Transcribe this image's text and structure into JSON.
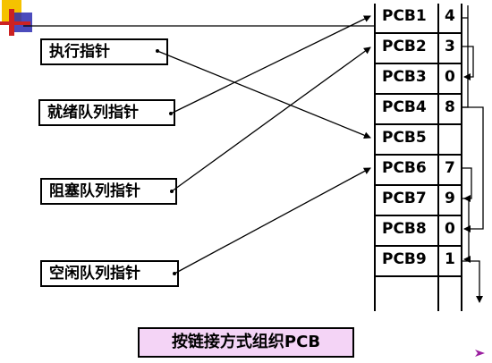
{
  "labels": {
    "exec": "执行指针",
    "ready": "就绪队列指针",
    "blocked": "阻塞队列指针",
    "free": "空闲队列指针"
  },
  "pcbs": [
    {
      "name": "PCB1",
      "ptr": "4"
    },
    {
      "name": "PCB2",
      "ptr": "3"
    },
    {
      "name": "PCB3",
      "ptr": "0"
    },
    {
      "name": "PCB4",
      "ptr": "8"
    },
    {
      "name": "PCB5",
      "ptr": ""
    },
    {
      "name": "PCB6",
      "ptr": "7"
    },
    {
      "name": "PCB7",
      "ptr": "9"
    },
    {
      "name": "PCB8",
      "ptr": "0"
    },
    {
      "name": "PCB9",
      "ptr": "1"
    }
  ],
  "caption": "按链接方式组织PCB",
  "colors": {
    "caption_bg": "#f4d4f6",
    "accent_yellow": "#f5c200",
    "accent_red": "#cc2222",
    "accent_blue": "#2b2bb0",
    "nav_arrow": "#9b1fa0"
  }
}
